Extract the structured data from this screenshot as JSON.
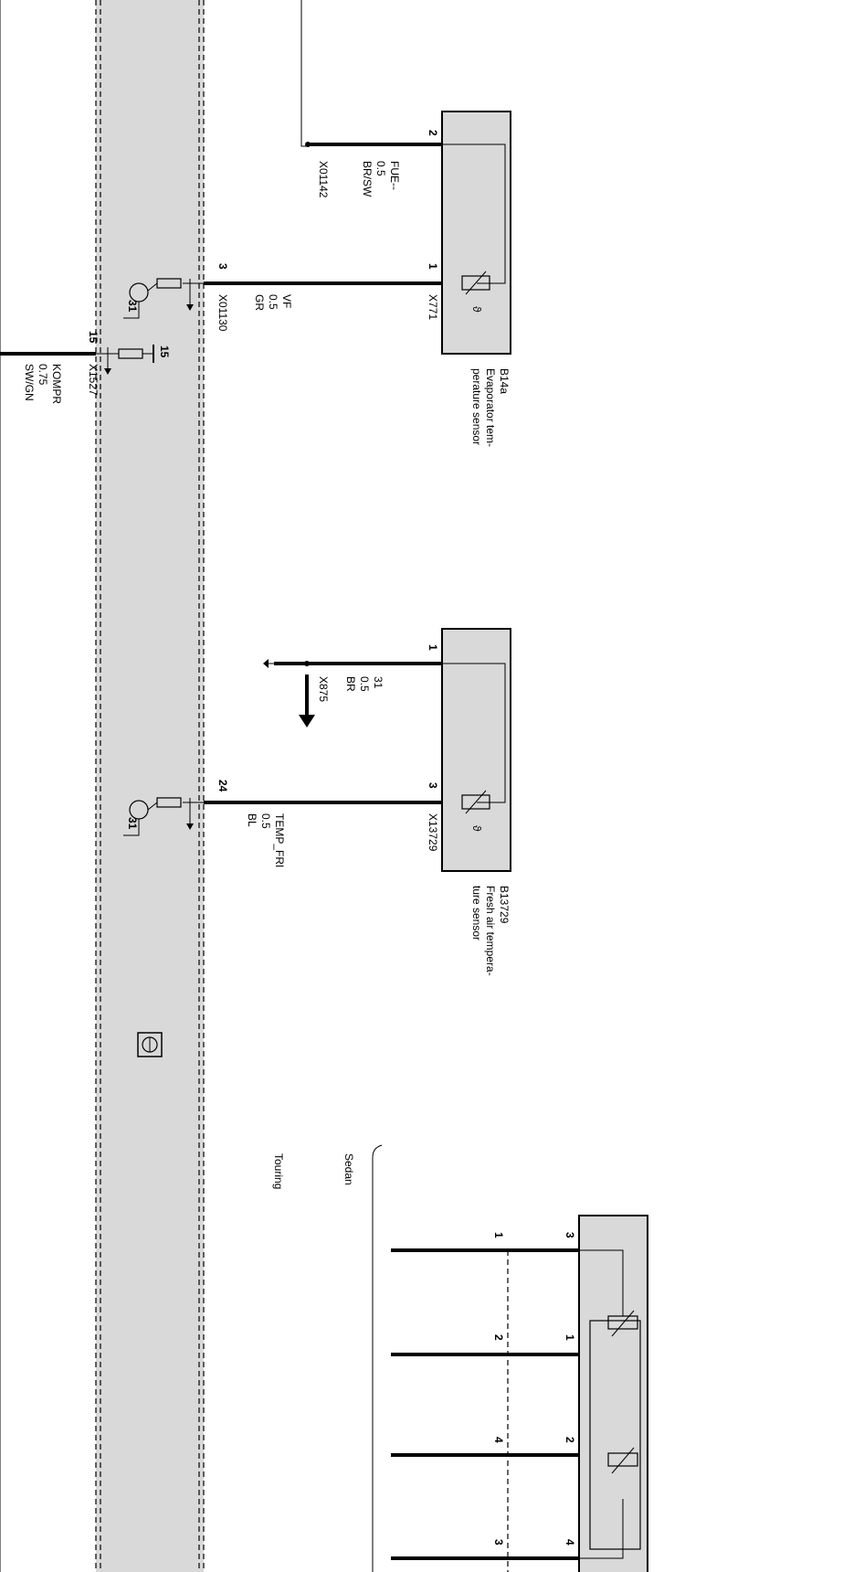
{
  "components": {
    "b14a": {
      "code": "B14a",
      "line1": "Evaporator tem-",
      "line2": "perature sensor",
      "connector": "X771",
      "pin_top": "2",
      "pin_bottom": "1"
    },
    "b13729": {
      "code": "B13729",
      "line1": "Fresh air tempera-",
      "line2": "ture sensor",
      "connector": "X13729",
      "pin_top": "1",
      "pin_bottom": "3"
    }
  },
  "wires": {
    "fue": {
      "signal": "FUE--",
      "size": "0.5",
      "color": "BR/SW",
      "connector": "X01142"
    },
    "vf": {
      "signal": "VF",
      "size": "0.5",
      "color": "GR",
      "connector": "X01130",
      "pin": "3"
    },
    "temp_fri": {
      "signal": "TEMP_FRI",
      "size": "0.5",
      "color": "BL",
      "pin": "24"
    },
    "ground": {
      "signal": "31",
      "size": "0.5",
      "color": "BR",
      "connector": "X875"
    },
    "kompr": {
      "signal": "KOMPR",
      "size": "0.75",
      "color": "SW/GN",
      "connector": "X1527",
      "pin": "15"
    }
  },
  "module": {
    "ground_label_1": "31",
    "ground_label_2": "31",
    "supply_label": "15"
  },
  "variants": {
    "sedan": "Sedan",
    "touring": "Touring"
  },
  "lower_component": {
    "pins_outer": [
      "3",
      "1",
      "2",
      "4"
    ],
    "pins_inner": [
      "1",
      "2",
      "4",
      "3"
    ]
  }
}
